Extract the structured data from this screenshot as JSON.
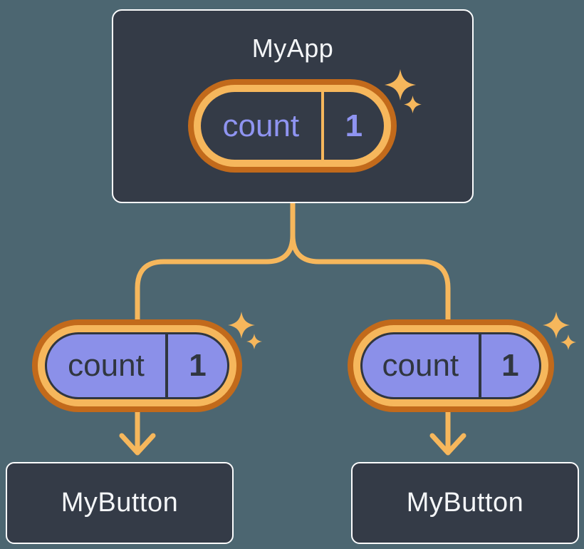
{
  "colors": {
    "background": "#4C6671",
    "box_fill": "#343B47",
    "box_border": "#FBFCFD",
    "box_text": "#F4F6F8",
    "pill_fill": "#8B90E9",
    "pill_ink": "#30363F",
    "pill_text_on_dark": "#8F94F1",
    "orange_dark": "#C26A1B",
    "orange_light": "#F6B75C"
  },
  "root": {
    "title": "MyApp",
    "state_pill": {
      "name": "count",
      "value": "1",
      "icon": "sparkle-icon"
    }
  },
  "children": [
    {
      "title": "MyButton",
      "pill": {
        "name": "count",
        "value": "1",
        "icon": "sparkle-icon"
      }
    },
    {
      "title": "MyButton",
      "pill": {
        "name": "count",
        "value": "1",
        "icon": "sparkle-icon"
      }
    }
  ]
}
